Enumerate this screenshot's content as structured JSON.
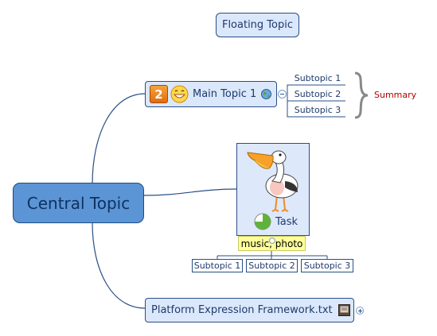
{
  "central_topic": {
    "label": "Central Topic"
  },
  "floating_topic": {
    "label": "Floating Topic"
  },
  "main_topic_1": {
    "label": "Main Topic 1",
    "priority": "2",
    "icons": [
      "priority-2-icon",
      "smiley-icon",
      "globe-hyperlink-icon",
      "collapse-icon"
    ],
    "subtopics": [
      "Subtopic 1",
      "Subtopic 2",
      "Subtopic 3"
    ],
    "summary": "Summary"
  },
  "task_topic": {
    "label": "Task",
    "image": "pelican-image",
    "progress_icon": "task-progress-pie-icon",
    "progress_fraction": 0.75,
    "tags": "music, photo",
    "subtopics": [
      "Subtopic 1",
      "Subtopic 2",
      "Subtopic 3"
    ]
  },
  "file_topic": {
    "label": "Platform Expression Framework.txt",
    "icons": [
      "text-file-icon",
      "expand-icon"
    ]
  },
  "colors": {
    "topic_fill": "#dbe7fb",
    "topic_border": "#2a4f86",
    "central_fill": "#5b95d6",
    "text": "#1d3b6b",
    "summary_text": "#b30000",
    "tag_fill": "#ffff99"
  }
}
